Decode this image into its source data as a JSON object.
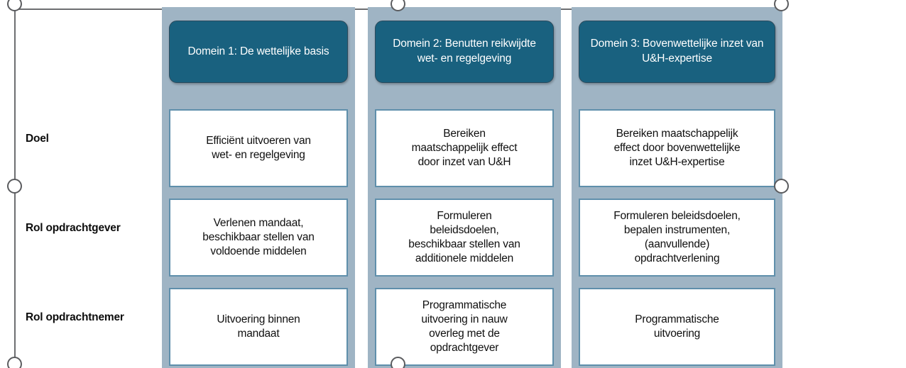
{
  "diagram": {
    "type": "three-column-matrix",
    "colors": {
      "header_fill": "#19617f",
      "header_text": "#ffffff",
      "column_band": "#9fb4c4",
      "card_fill": "#ffffff",
      "card_border": "#5f8fab",
      "body_text": "#0f0f0f",
      "selection_line": "#6d6e71"
    },
    "row_labels": [
      {
        "id": "doel",
        "label": "Doel"
      },
      {
        "id": "rol-opdrachtgever",
        "label": "Rol opdrachtgever"
      },
      {
        "id": "rol-opdrachtnemer",
        "label": "Rol opdrachtnemer"
      }
    ],
    "columns": [
      {
        "id": "domein-1",
        "header": "Domein 1:\nDe wettelijke basis",
        "header_lines": [
          "Domein 1:",
          "De wettelijke basis"
        ],
        "cells": [
          {
            "row": "doel",
            "lines": [
              "Efficiënt uitvoeren van",
              "wet- en regelgeving"
            ]
          },
          {
            "row": "rol-opdrachtgever",
            "lines": [
              "Verlenen mandaat,",
              "beschikbaar stellen van",
              "voldoende middelen"
            ]
          },
          {
            "row": "rol-opdrachtnemer",
            "lines": [
              "Uitvoering binnen",
              "mandaat"
            ]
          }
        ]
      },
      {
        "id": "domein-2",
        "header": "Domein 2:\nBenutten reikwijdte wet- en regelgeving",
        "header_lines": [
          "Domein 2:",
          "Benutten reikwijdte",
          "wet- en regelgeving"
        ],
        "cells": [
          {
            "row": "doel",
            "lines": [
              "Bereiken",
              "maatschappelijk effect",
              "door inzet van U&H"
            ]
          },
          {
            "row": "rol-opdrachtgever",
            "lines": [
              "Formuleren",
              "beleidsdoelen,",
              "beschikbaar stellen van",
              "additionele middelen"
            ]
          },
          {
            "row": "rol-opdrachtnemer",
            "lines": [
              "Programmatische",
              "uitvoering in nauw",
              "overleg met de",
              "opdrachtgever"
            ]
          }
        ]
      },
      {
        "id": "domein-3",
        "header": "Domein 3: Bovenwettelijke inzet van U&H-expertise",
        "header_lines": [
          "Domein 3: Bovenwettelijke",
          "inzet van U&H-expertise"
        ],
        "cells": [
          {
            "row": "doel",
            "lines": [
              "Bereiken maatschappelijk",
              "effect door bovenwettelijke",
              "inzet U&H-expertise"
            ]
          },
          {
            "row": "rol-opdrachtgever",
            "lines": [
              "Formuleren beleidsdoelen,",
              "bepalen instrumenten,",
              "(aanvullende)",
              "opdrachtverlening"
            ]
          },
          {
            "row": "rol-opdrachtnemer",
            "lines": [
              "Programmatische",
              "uitvoering"
            ]
          }
        ]
      }
    ],
    "selection": {
      "present": true,
      "handles": [
        "top-left",
        "top-middle",
        "top-right",
        "middle-left",
        "middle-right",
        "bottom-left",
        "bottom-middle"
      ]
    }
  }
}
